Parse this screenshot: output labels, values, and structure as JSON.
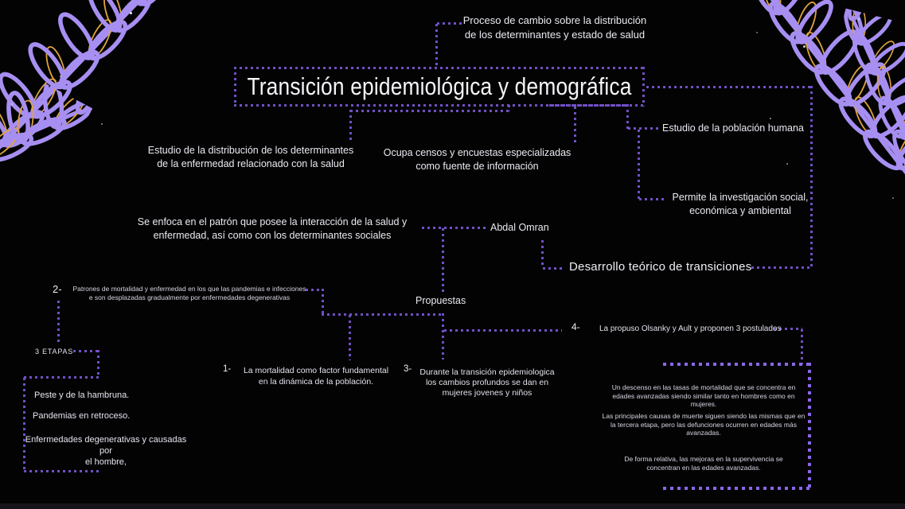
{
  "palette": {
    "background": "#030303",
    "connector_purple": "#7050c4",
    "connector_bright": "#8a67e8",
    "text_white": "#efecf5",
    "leaf_purple": "#a78ff2",
    "leaf_yellow": "#e0a43e"
  },
  "title": "Transición epidemiológica y demográfica",
  "nodes": {
    "proceso": "Proceso de cambio sobre la distribución\nde los determinantes y estado de salud",
    "estudio_distribucion": "Estudio de la distribución de los determinantes\nde la enfermedad relacionado con la salud",
    "ocupa_censos": "Ocupa censos y encuestas especializadas\ncomo fuente de información",
    "estudio_poblacion": "Estudio de la población humana",
    "permite_investigacion": "Permite la investigación social,\neconómica y ambiental",
    "se_enfoca": "Se enfoca en el patrón que posee la interacción de la salud y\nenfermedad, así como con los determinantes sociales",
    "abdal_omran": "Abdal Omran",
    "desarrollo_teorico": "Desarrollo teórico de transiciones",
    "propuestas": "Propuestas"
  },
  "propuestas_items": [
    {
      "num": "1-",
      "text": "La mortalidad como factor fundamental\nen la dinámica de la población."
    },
    {
      "num": "2-",
      "text": "Patrones de mortalidad y enfermedad en los que las pandemias e infecciones\ne son desplazadas gradualmente por enfermedades degenerativas"
    },
    {
      "num": "3-",
      "text": "Durante la transición epidemiologica\nlos cambios profundos se dan en\nmujeres jovenes y niños"
    },
    {
      "num": "4-",
      "text": "La propuso Olsanky y Ault y proponen 3 postulados"
    }
  ],
  "etapas": {
    "label": "3 ETAPAS",
    "items": [
      "Peste y de la hambruna.",
      "Pandemias en retroceso.",
      "Enfermedades degenerativas y causadas por\nel hombre,"
    ]
  },
  "postulados": [
    "Un descenso en las tasas de mortalidad que se concentra en\nedades avanzadas siendo similar tanto en hombres como en\nmujeres.",
    "Las principales causas de muerte siguen siendo las mismas que en\nla tercera etapa, pero las defunciones ocurren en edades más\navanzadas.",
    "De forma relativa, las mejoras en la supervivencia se\nconcentran en las edades avanzadas."
  ]
}
